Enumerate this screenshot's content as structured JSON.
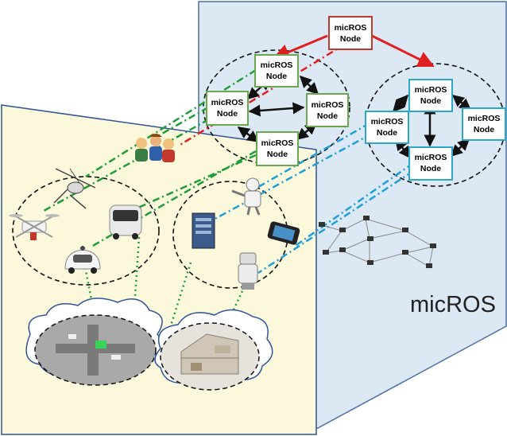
{
  "diagram": {
    "brand_label": "micROS",
    "node_label_line1": "micROS",
    "node_label_line2": "Node",
    "colors": {
      "back_plane_fill": "#dde8f5",
      "back_plane_stroke": "#4a6fa5",
      "front_plane_fill": "#fbf8dc",
      "front_plane_stroke": "#2f5597",
      "top_node_border": "#c0392b",
      "green_node_border": "#6aa84f",
      "cyan_node_border": "#2aa7c9",
      "red_link": "#e02020",
      "green_link": "#1f9d3a",
      "cyan_link": "#1f9fd6",
      "black_link": "#111111",
      "cluster_outline": "#111111"
    },
    "icons": [
      "people-icon",
      "helicopter-icon",
      "quadcopter-drone-icon",
      "autonomous-bus-icon",
      "self-driving-car-icon",
      "server-icon",
      "humanoid-robot-icon",
      "smartphone-icon",
      "service-robot-icon",
      "sensor-network-icon",
      "city-traffic-scene-icon",
      "smart-home-scene-icon"
    ]
  }
}
